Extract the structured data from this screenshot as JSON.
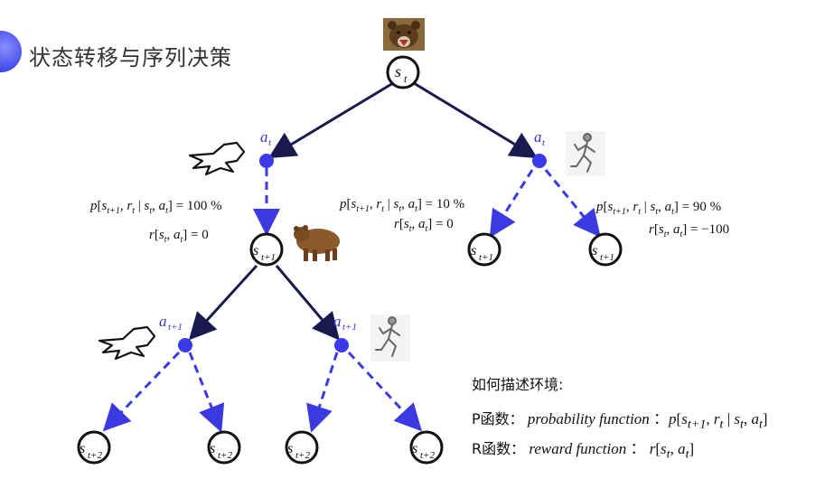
{
  "title": "状态转移与序列决策",
  "nodes": {
    "root": "s",
    "root_sub": "t",
    "left": "s",
    "left_sub": "t+1",
    "right_a": "s",
    "right_a_sub": "t+1",
    "right_b": "s",
    "right_b_sub": "t+1",
    "leaf": "s",
    "leaf_sub": "t+2"
  },
  "actions": {
    "a_t": "a",
    "a_t_sub": "t",
    "a_t1": "a",
    "a_t1_sub": "t+1"
  },
  "left_branch": {
    "prob": "p[s",
    "prob_rest": ", r",
    "prob_rest2": " | s",
    "prob_rest3": ", a",
    "prob_val": "] = 100 %",
    "reward": "r[s",
    "reward_val": "] = 0"
  },
  "right_branch_a": {
    "prob_val": "] = 10 %",
    "reward_val": "] = 0"
  },
  "right_branch_b": {
    "prob_val": "] = 90 %",
    "reward_val": "] = −100"
  },
  "legend": {
    "heading": "如何描述环境:",
    "p_label": "P函数：",
    "p_text": "probability function",
    "r_label": "R函数：",
    "r_text": "reward function"
  },
  "colors": {
    "solid_edge": "#1a1a4e",
    "dashed_edge": "#3a3ae0",
    "action_dot": "#3a3ae8",
    "node_border": "#111111",
    "title_bullet": "#3b43e6"
  },
  "icons": [
    "bear-roaring-icon",
    "bear-walking-icon",
    "lying-person-icon",
    "running-person-icon"
  ]
}
